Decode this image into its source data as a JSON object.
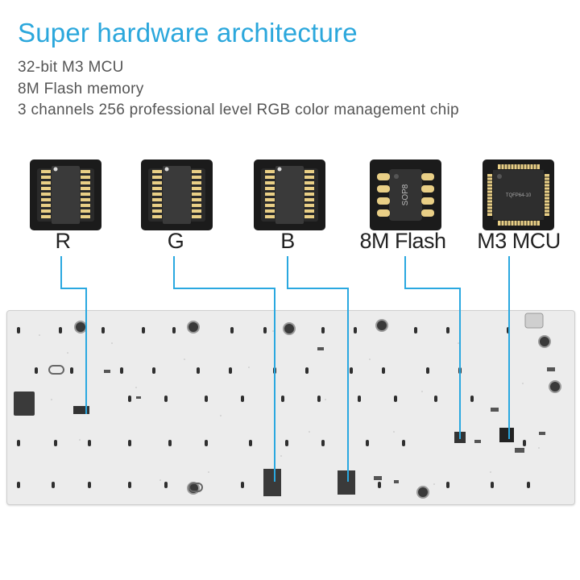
{
  "header": {
    "title": "Super hardware architecture",
    "specs": [
      "32-bit M3 MCU",
      "8M Flash memory",
      "3 channels 256 professional level RGB color management chip"
    ]
  },
  "chips": [
    {
      "label": "R"
    },
    {
      "label": "G"
    },
    {
      "label": "B"
    },
    {
      "label": "8M Flash",
      "marking": "SOP8"
    },
    {
      "label": "M3 MCU",
      "marking": "TQFP64-10"
    }
  ],
  "colors": {
    "title": "#2ba7dc",
    "connector_line": "#2aa8e0",
    "chip_tile": "#1b1b1b",
    "chip_body": "#2e2e2e",
    "chip_pins": "#e9cf86",
    "board": "#ececec"
  }
}
